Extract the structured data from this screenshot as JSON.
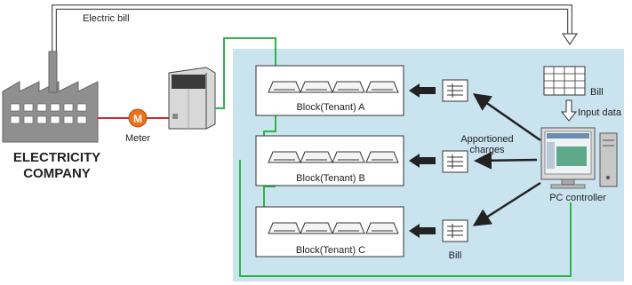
{
  "diagram": {
    "electric_bill_label": "Electric bill",
    "meter_label": "Meter",
    "meter_symbol": "M",
    "company_line1": "ELECTRICITY",
    "company_line2": "COMPANY",
    "blocks": [
      {
        "label": "Block(Tenant) A"
      },
      {
        "label": "Block(Tenant) B"
      },
      {
        "label": "Block(Tenant) C"
      }
    ],
    "bill_label_top": "Bill",
    "input_data_label": "Input data",
    "apportioned_line1": "Apportioned",
    "apportioned_line2": "charges",
    "pc_controller_label": "PC controller",
    "bill_label_bottom": "Bill"
  },
  "colors": {
    "panel_bg": "#c9e3ef",
    "wire_green": "#2fb34a",
    "power_red": "#d3262b",
    "meter_orange": "#e8711c",
    "factory_gray": "#8f8f8f",
    "arrow_black": "#222222"
  }
}
